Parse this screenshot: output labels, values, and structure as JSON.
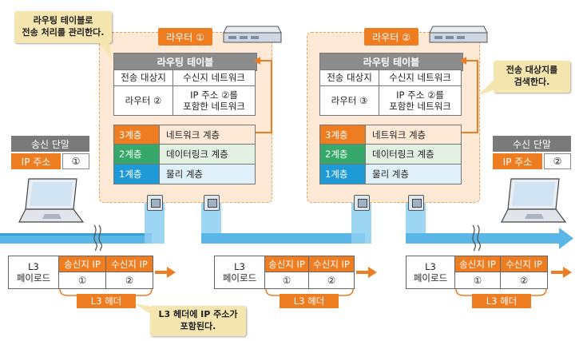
{
  "colors": {
    "accent_orange": "#ee7d22",
    "router_bg": "#fde9d6",
    "cable_blue": "#5ab6e6",
    "layer1_blue": "#1e9ad6",
    "layer2_green": "#35a86a",
    "callout_yellow": "#f5e6b0"
  },
  "callouts": {
    "routing_manage": "라우팅 테이블로\n전송 처리를 관리한다.",
    "search_dest": "전송 대상지를\n검색한다.",
    "l3_header_ip": "L3 헤더에 IP 주소가\n포함된다."
  },
  "router1": {
    "label": "라우터 ①",
    "table_title": "라우팅 테이블",
    "col1": "전송 대상지",
    "col2": "수신지 네트워크",
    "row_dest": "라우터 ②",
    "row_net": "IP 주소 ②를\n포함한 네트워크",
    "layers": [
      {
        "num": "3계층",
        "name": "네트워크 계층"
      },
      {
        "num": "2계층",
        "name": "데이터링크 계층"
      },
      {
        "num": "1계층",
        "name": "물리 계층"
      }
    ]
  },
  "router2": {
    "label": "라우터 ②",
    "table_title": "라우팅 테이블",
    "col1": "전송 대상지",
    "col2": "수신지 네트워크",
    "row_dest": "라우터 ③",
    "row_net": "IP 주소 ②를\n포함한 네트워크",
    "layers": [
      {
        "num": "3계층",
        "name": "네트워크 계층"
      },
      {
        "num": "2계층",
        "name": "데이터링크 계층"
      },
      {
        "num": "1계층",
        "name": "물리 계층"
      }
    ]
  },
  "sender": {
    "title": "송신 단말",
    "ip_label": "IP 주소",
    "ip_num": "①"
  },
  "receiver": {
    "title": "수신 단말",
    "ip_label": "IP 주소",
    "ip_num": "②"
  },
  "packets": [
    {
      "payload": "L3\n페이로드",
      "src_label": "송신지 IP",
      "dst_label": "수신지 IP",
      "src_num": "①",
      "dst_num": "②",
      "header_label": "L3 헤더"
    },
    {
      "payload": "L3\n페이로드",
      "src_label": "송신지 IP",
      "dst_label": "수신지 IP",
      "src_num": "①",
      "dst_num": "②",
      "header_label": "L3 헤더"
    },
    {
      "payload": "L3\n페이로드",
      "src_label": "송신지 IP",
      "dst_label": "수신지 IP",
      "src_num": "①",
      "dst_num": "②",
      "header_label": "L3 헤더"
    }
  ]
}
